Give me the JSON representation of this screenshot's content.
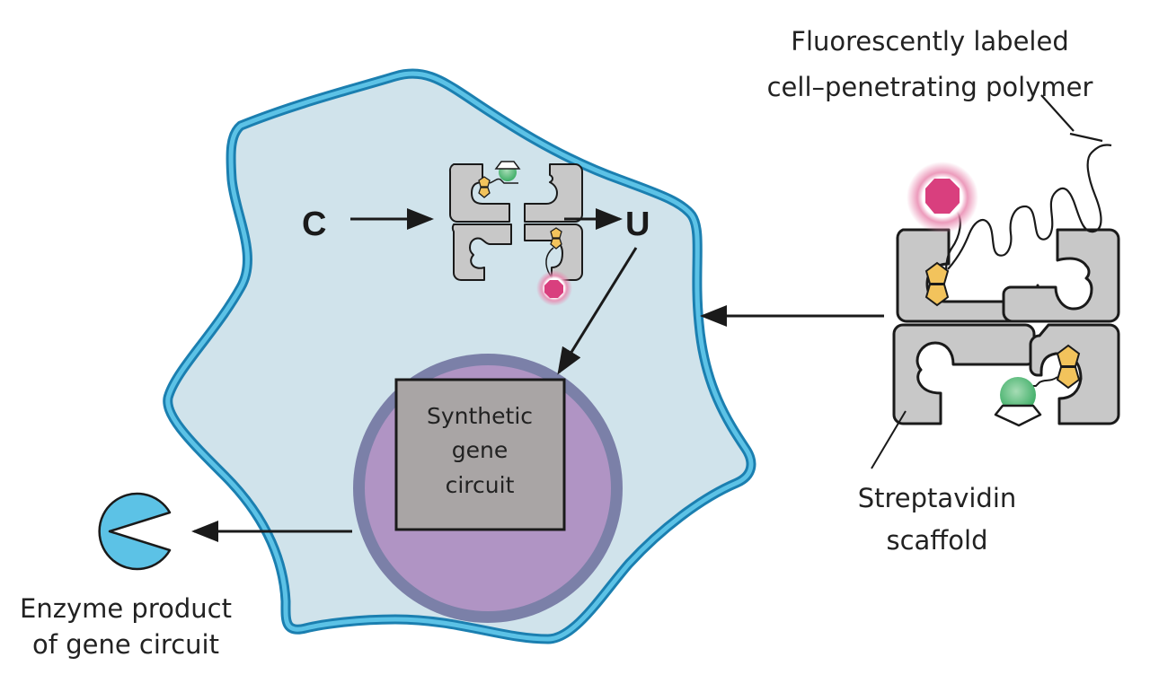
{
  "figure": {
    "labels": {
      "polymer_line1": "Fluorescently labeled",
      "polymer_line2": "cell–penetrating polymer",
      "scaffold_line1": "Streptavidin",
      "scaffold_line2": "scaffold",
      "enzyme_line1": "Enzyme product",
      "enzyme_line2": "of gene circuit",
      "circuit_line1": "Synthetic",
      "circuit_line2": "gene",
      "circuit_line3": "circuit",
      "input_symbol": "C",
      "output_symbol": "U"
    },
    "colors": {
      "cell_fill": "#d0e3eb",
      "cell_membrane": "#3aa6d6",
      "membrane_edge": "#1b7fb0",
      "nucleus_fill": "#b094c4",
      "nucleus_ring": "#7b80a8",
      "circuit_box": "#a9a5a5",
      "enzyme": "#5cc2e6",
      "fluorophore": "#d93f7e",
      "glow": "#e98ab0",
      "green_ligand": "#5bbf7f",
      "biotin": "#f2c35c",
      "scaffold_tile": "#c8c8c8"
    }
  }
}
